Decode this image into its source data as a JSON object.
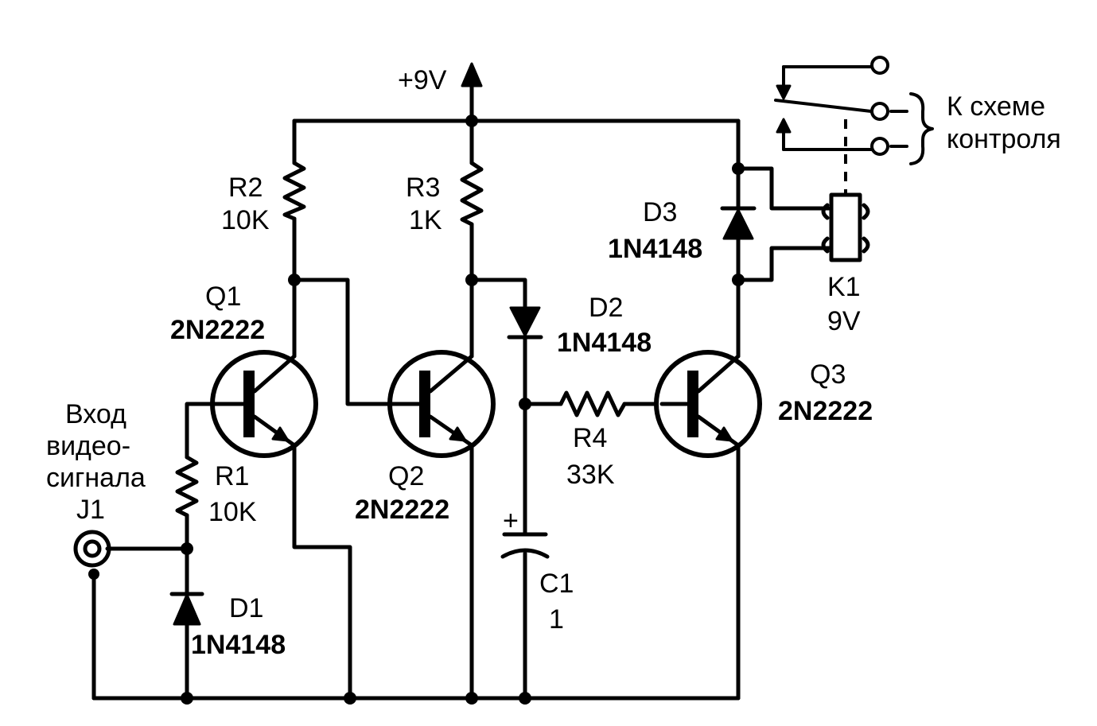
{
  "supply": {
    "label": "+9V"
  },
  "input": {
    "line1": "Вход",
    "line2": "видео-",
    "line3": "сигнала",
    "jack": "J1"
  },
  "output": {
    "line1": "К схеме",
    "line2": "контроля"
  },
  "components": {
    "R1": {
      "ref": "R1",
      "value": "10K"
    },
    "R2": {
      "ref": "R2",
      "value": "10K"
    },
    "R3": {
      "ref": "R3",
      "value": "1K"
    },
    "R4": {
      "ref": "R4",
      "value": "33K"
    },
    "C1": {
      "ref": "C1",
      "value": "1",
      "polarity": "+"
    },
    "D1": {
      "ref": "D1",
      "part": "1N4148"
    },
    "D2": {
      "ref": "D2",
      "part": "1N4148"
    },
    "D3": {
      "ref": "D3",
      "part": "1N4148"
    },
    "Q1": {
      "ref": "Q1",
      "part": "2N2222"
    },
    "Q2": {
      "ref": "Q2",
      "part": "2N2222"
    },
    "Q3": {
      "ref": "Q3",
      "part": "2N2222"
    },
    "K1": {
      "ref": "K1",
      "value": "9V"
    }
  }
}
